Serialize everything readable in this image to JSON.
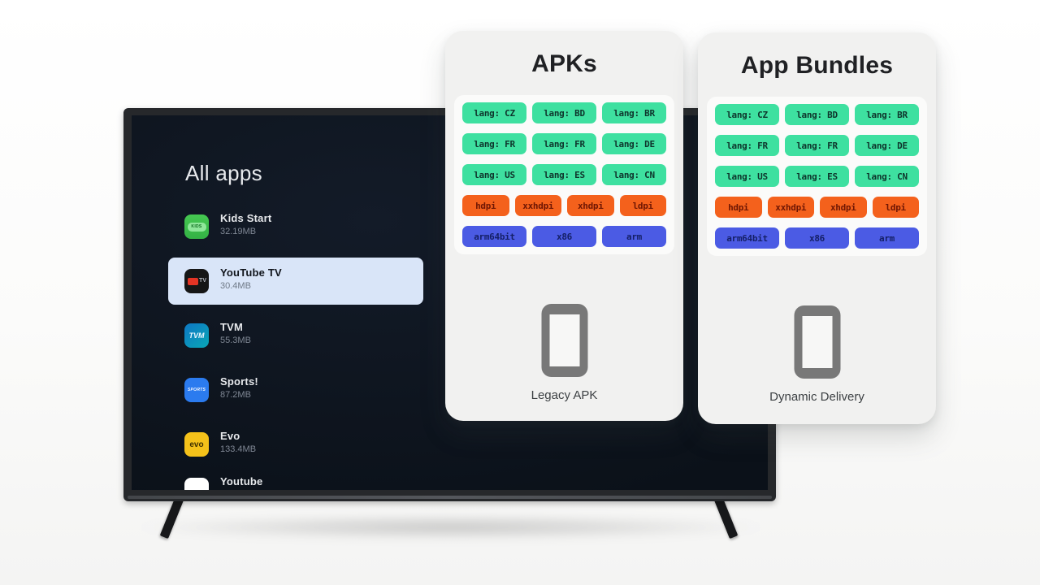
{
  "tv": {
    "heading": "All apps",
    "apps": [
      {
        "name": "Kids Start",
        "size": "32.19MB",
        "icon_text": "KIDS",
        "selected": false
      },
      {
        "name": "YouTube TV",
        "size": "30.4MB",
        "icon_text": "TV",
        "selected": true
      },
      {
        "name": "TVM",
        "size": "55.3MB",
        "icon_text": "TVM",
        "selected": false
      },
      {
        "name": "Sports!",
        "size": "87.2MB",
        "icon_text": "SPORTS",
        "selected": false
      },
      {
        "name": "Evo",
        "size": "133.4MB",
        "icon_text": "evo",
        "selected": false
      },
      {
        "name": "Youtube",
        "size": "",
        "icon_text": "",
        "selected": false
      }
    ]
  },
  "cards": {
    "apks": {
      "title": "APKs",
      "caption": "Legacy APK"
    },
    "bundles": {
      "title": "App Bundles",
      "caption": "Dynamic Delivery"
    },
    "chips": {
      "lang": [
        [
          "lang: CZ",
          "lang: BD",
          "lang: BR"
        ],
        [
          "lang: FR",
          "lang: FR",
          "lang: DE"
        ],
        [
          "lang: US",
          "lang: ES",
          "lang: CN"
        ]
      ],
      "dpi": [
        "hdpi",
        "xxhdpi",
        "xhdpi",
        "ldpi"
      ],
      "abi": [
        "arm64bit",
        "x86",
        "arm"
      ]
    }
  },
  "colors": {
    "chip_green": "#3ee0a0",
    "chip_orange": "#f4611c",
    "chip_blue": "#4b5be4",
    "selected_row": "#d9e5f8",
    "tv_screen": "#0d1420",
    "card_bg": "#f1f1f0"
  }
}
